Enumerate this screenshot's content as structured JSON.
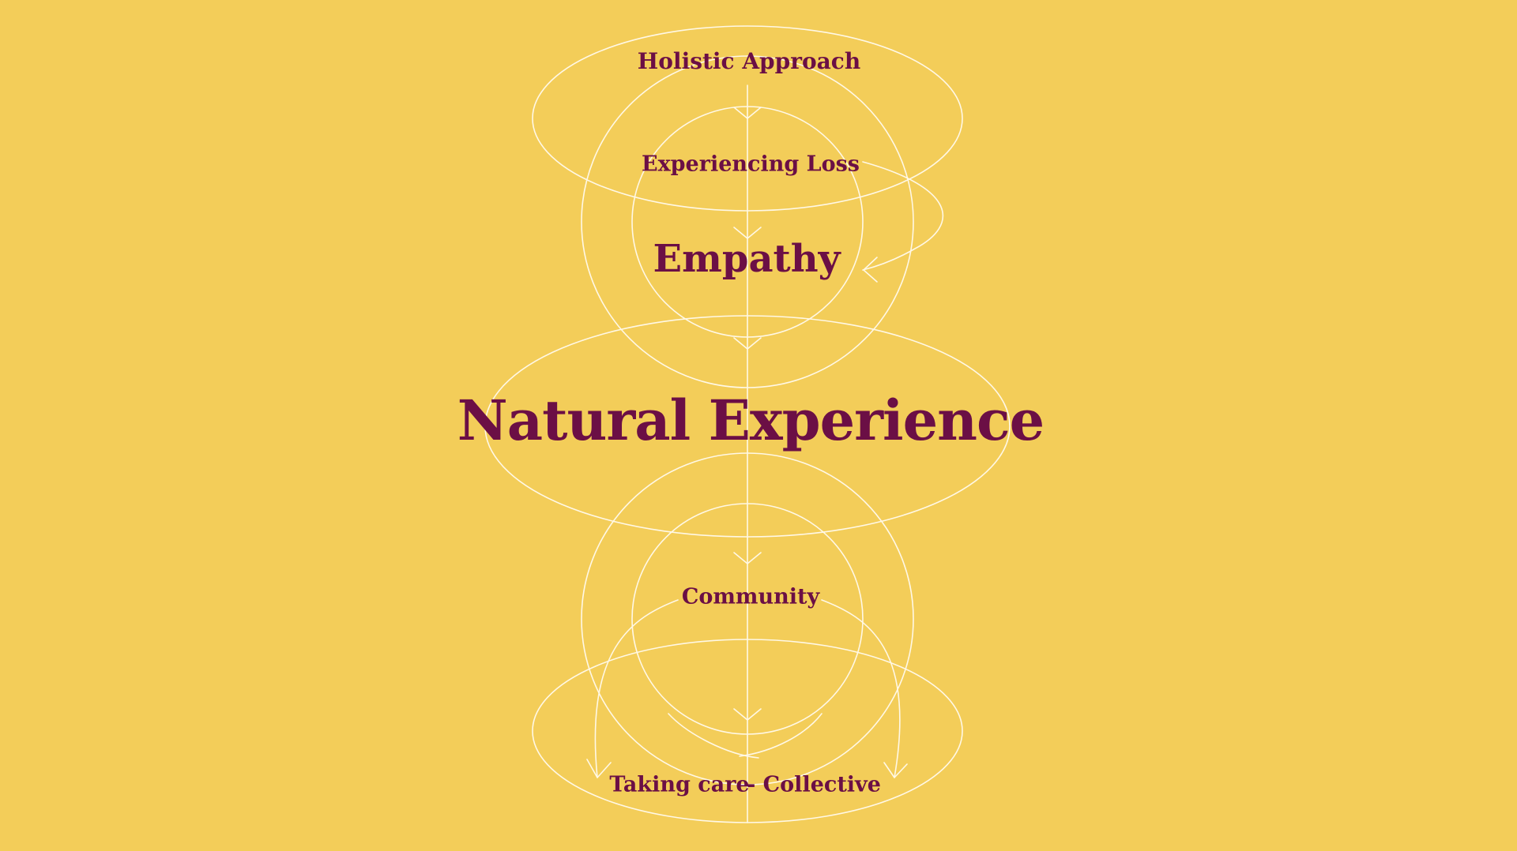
{
  "colors": {
    "background": "#F3CD59",
    "text": "#6B0F45",
    "lines": "#FFF8E6"
  },
  "diagram": {
    "labels": {
      "holistic_approach": "Holistic Approach",
      "experiencing_loss": "Experiencing Loss",
      "empathy": "Empathy",
      "natural_experience": "Natural Experience",
      "community": "Community",
      "taking_care": "Taking care",
      "collective": "- Collective"
    }
  }
}
